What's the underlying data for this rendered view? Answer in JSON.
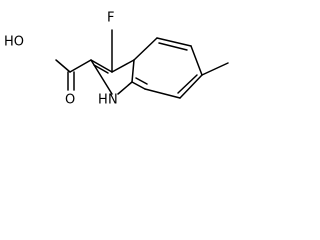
{
  "molecule": {
    "atoms": {
      "fluorine_label": "F",
      "hydroxyl_label": "HO",
      "carbonyl_oxygen_label": "O",
      "amine_label": "H",
      "nitrogen_label": "N"
    }
  },
  "colors": {
    "background": "#ffffff",
    "ink": "#000000"
  }
}
